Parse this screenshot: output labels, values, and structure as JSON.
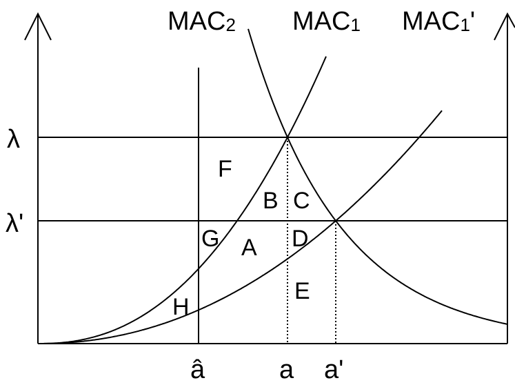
{
  "curves": {
    "mac2": {
      "base": "MAC",
      "sub": "2",
      "prime": ""
    },
    "mac1": {
      "base": "MAC",
      "sub": "1",
      "prime": ""
    },
    "mac1p": {
      "base": "MAC",
      "sub": "1",
      "prime": "'"
    }
  },
  "y_labels": {
    "lambda": "λ",
    "lambda_prime": "λ'"
  },
  "x_labels": {
    "a_hat": "â",
    "a": "a",
    "a_prime": "a'"
  },
  "regions": [
    "F",
    "B",
    "C",
    "G",
    "A",
    "D",
    "E",
    "H"
  ]
}
